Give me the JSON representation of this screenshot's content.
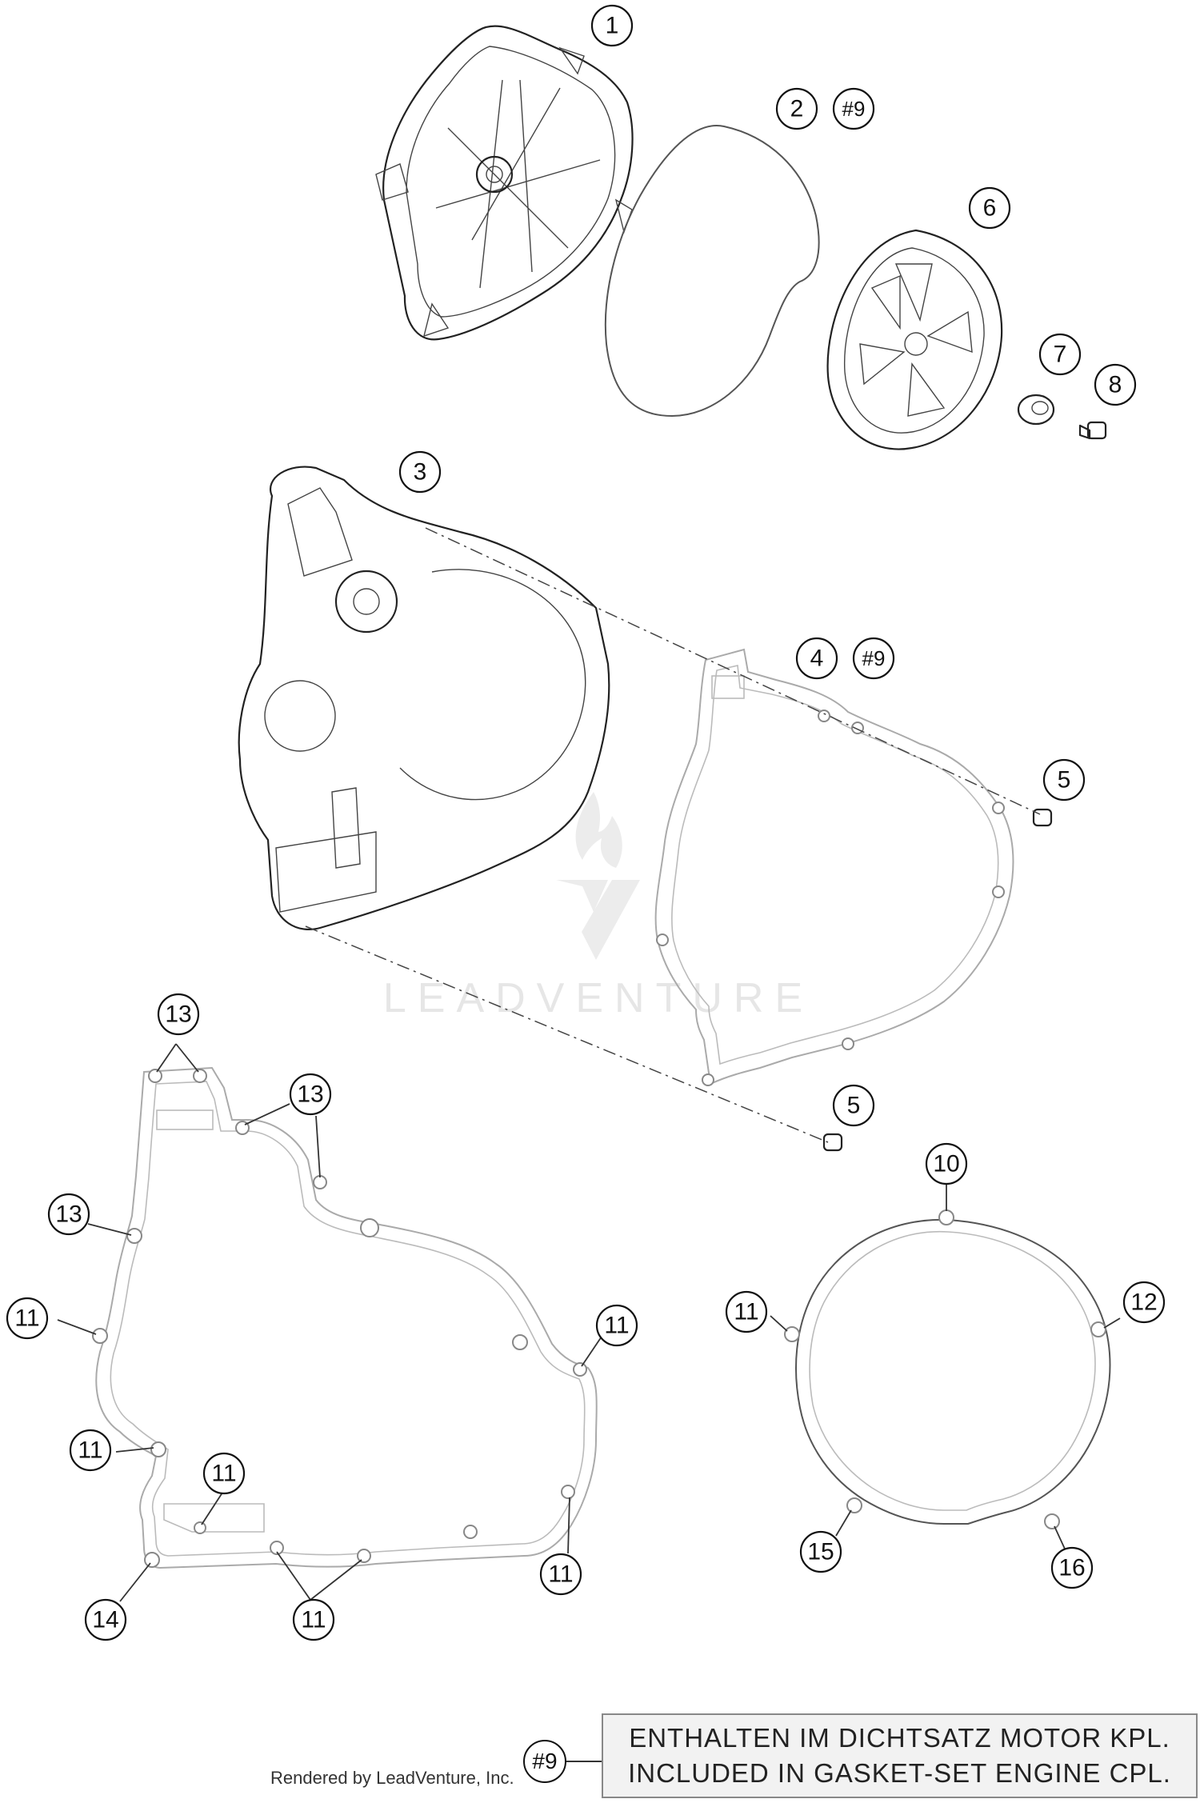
{
  "callouts": {
    "c1": "1",
    "c2": "2",
    "c2ref": "#9",
    "c3": "3",
    "c4": "4",
    "c4ref": "#9",
    "c5a": "5",
    "c5b": "5",
    "c6": "6",
    "c7": "7",
    "c8": "8",
    "c10": "10",
    "c11_left_a": "11",
    "c11_left_b": "11",
    "c11_inner": "11",
    "c11_bottom": "11",
    "c11_right_a": "11",
    "c11_right_b": "11",
    "c11_round": "11",
    "c12": "12",
    "c13_top": "13",
    "c13_mid": "13",
    "c13_left": "13",
    "c14": "14",
    "c15": "15",
    "c16": "16"
  },
  "watermark": "LEADVENTURE",
  "note": {
    "ref": "#9",
    "line_de": "ENTHALTEN IM DICHTSATZ MOTOR KPL.",
    "line_en": "INCLUDED IN GASKET-SET ENGINE CPL."
  },
  "credit": "Rendered by LeadVenture, Inc."
}
